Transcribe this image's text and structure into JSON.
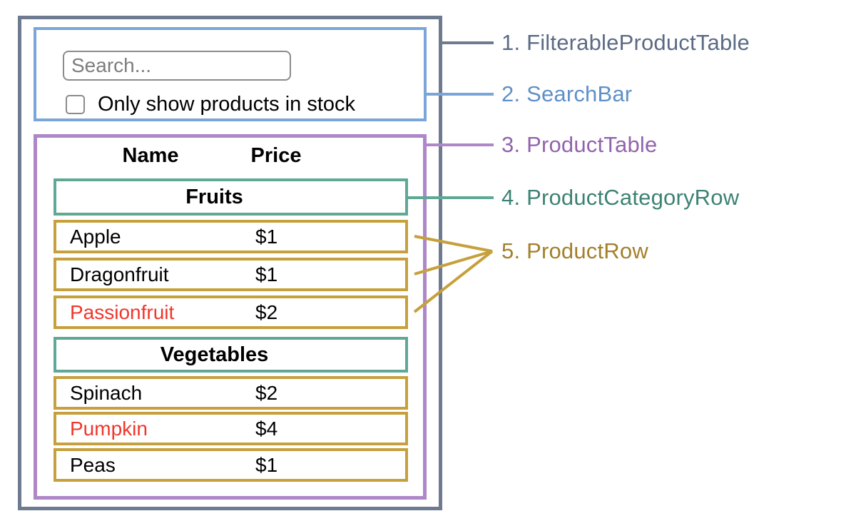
{
  "diagram": {
    "search_bar": {
      "search_placeholder": "Search...",
      "search_value": "",
      "checkbox_label": "Only show products in stock",
      "checkbox_checked": false
    },
    "table": {
      "headers": {
        "name": "Name",
        "price": "Price"
      },
      "sections": [
        {
          "category": "Fruits",
          "rows": [
            {
              "name": "Apple",
              "price": "$1",
              "in_stock": true
            },
            {
              "name": "Dragonfruit",
              "price": "$1",
              "in_stock": true
            },
            {
              "name": "Passionfruit",
              "price": "$2",
              "in_stock": false
            }
          ]
        },
        {
          "category": "Vegetables",
          "rows": [
            {
              "name": "Spinach",
              "price": "$2",
              "in_stock": true
            },
            {
              "name": "Pumpkin",
              "price": "$4",
              "in_stock": false
            },
            {
              "name": "Peas",
              "price": "$1",
              "in_stock": true
            }
          ]
        }
      ]
    },
    "labels": [
      {
        "text": "1. FilterableProductTable",
        "color": "#5c6b84"
      },
      {
        "text": "2. SearchBar",
        "color": "#5e90c7"
      },
      {
        "text": "3. ProductTable",
        "color": "#9164ae"
      },
      {
        "text": "4. ProductCategoryRow",
        "color": "#3d8274"
      },
      {
        "text": "5. ProductRow",
        "color": "#a3802b"
      }
    ],
    "colors": {
      "filterable_product_table_border": "#6e7a90",
      "search_bar_border": "#7aa5d8",
      "product_table_border": "#ae87c8",
      "product_category_row_border": "#5fa896",
      "product_row_border": "#c6a03c",
      "out_of_stock_text": "#f1362b"
    }
  }
}
